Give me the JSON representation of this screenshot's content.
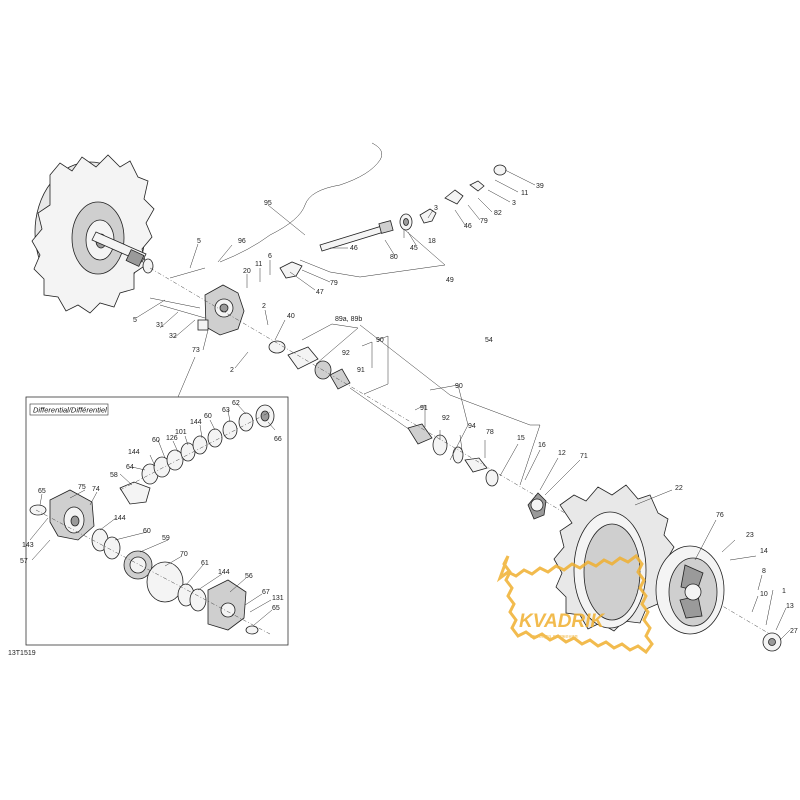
{
  "diagram_code": "13T1519",
  "inset": {
    "title": "Differential/Différentiel"
  },
  "watermark": {
    "brand": "KVADRIK",
    "tagline": "свобода движения",
    "color": "#f0b030"
  },
  "callouts": {
    "c95": "95",
    "c96": "96",
    "c5a": "5",
    "c5b": "5",
    "c20": "20",
    "c11a": "11",
    "c6": "6",
    "c31": "31",
    "c32": "32",
    "c73": "73",
    "c2a": "2",
    "c2b": "2",
    "c40": "40",
    "c89": "89a, 89b",
    "c92a": "92",
    "c90a": "90",
    "c91a": "91",
    "c54": "54",
    "c90b": "90",
    "c91b": "91",
    "c92b": "92",
    "c94": "94",
    "c78a": "78",
    "c15": "15",
    "c16": "16",
    "c12": "12",
    "c71": "71",
    "c22": "22",
    "c76": "76",
    "c23": "23",
    "c14": "14",
    "c8": "8",
    "c10": "10",
    "c1": "1",
    "c13": "13",
    "c27": "27",
    "c39": "39",
    "c11b": "11",
    "c3a": "3",
    "c3b": "3",
    "c82": "82",
    "c79a": "79",
    "c46a": "46",
    "c18": "18",
    "c45": "45",
    "c80": "80",
    "c46b": "46",
    "c79b": "79",
    "c47": "47",
    "c49": "49",
    "c62": "62",
    "c60a": "60",
    "c63": "63",
    "c66": "66",
    "c144a": "144",
    "c101": "101",
    "c126": "126",
    "c144b": "144",
    "c60b": "60",
    "c58": "58",
    "c64": "64",
    "c75": "75",
    "c74": "74",
    "c65a": "65",
    "c143": "143",
    "c57": "57",
    "c144c": "144",
    "c60c": "60",
    "c59": "59",
    "c70": "70",
    "c61": "61",
    "c144d": "144",
    "c56": "56",
    "c67": "67",
    "c131": "131",
    "c65b": "65"
  }
}
